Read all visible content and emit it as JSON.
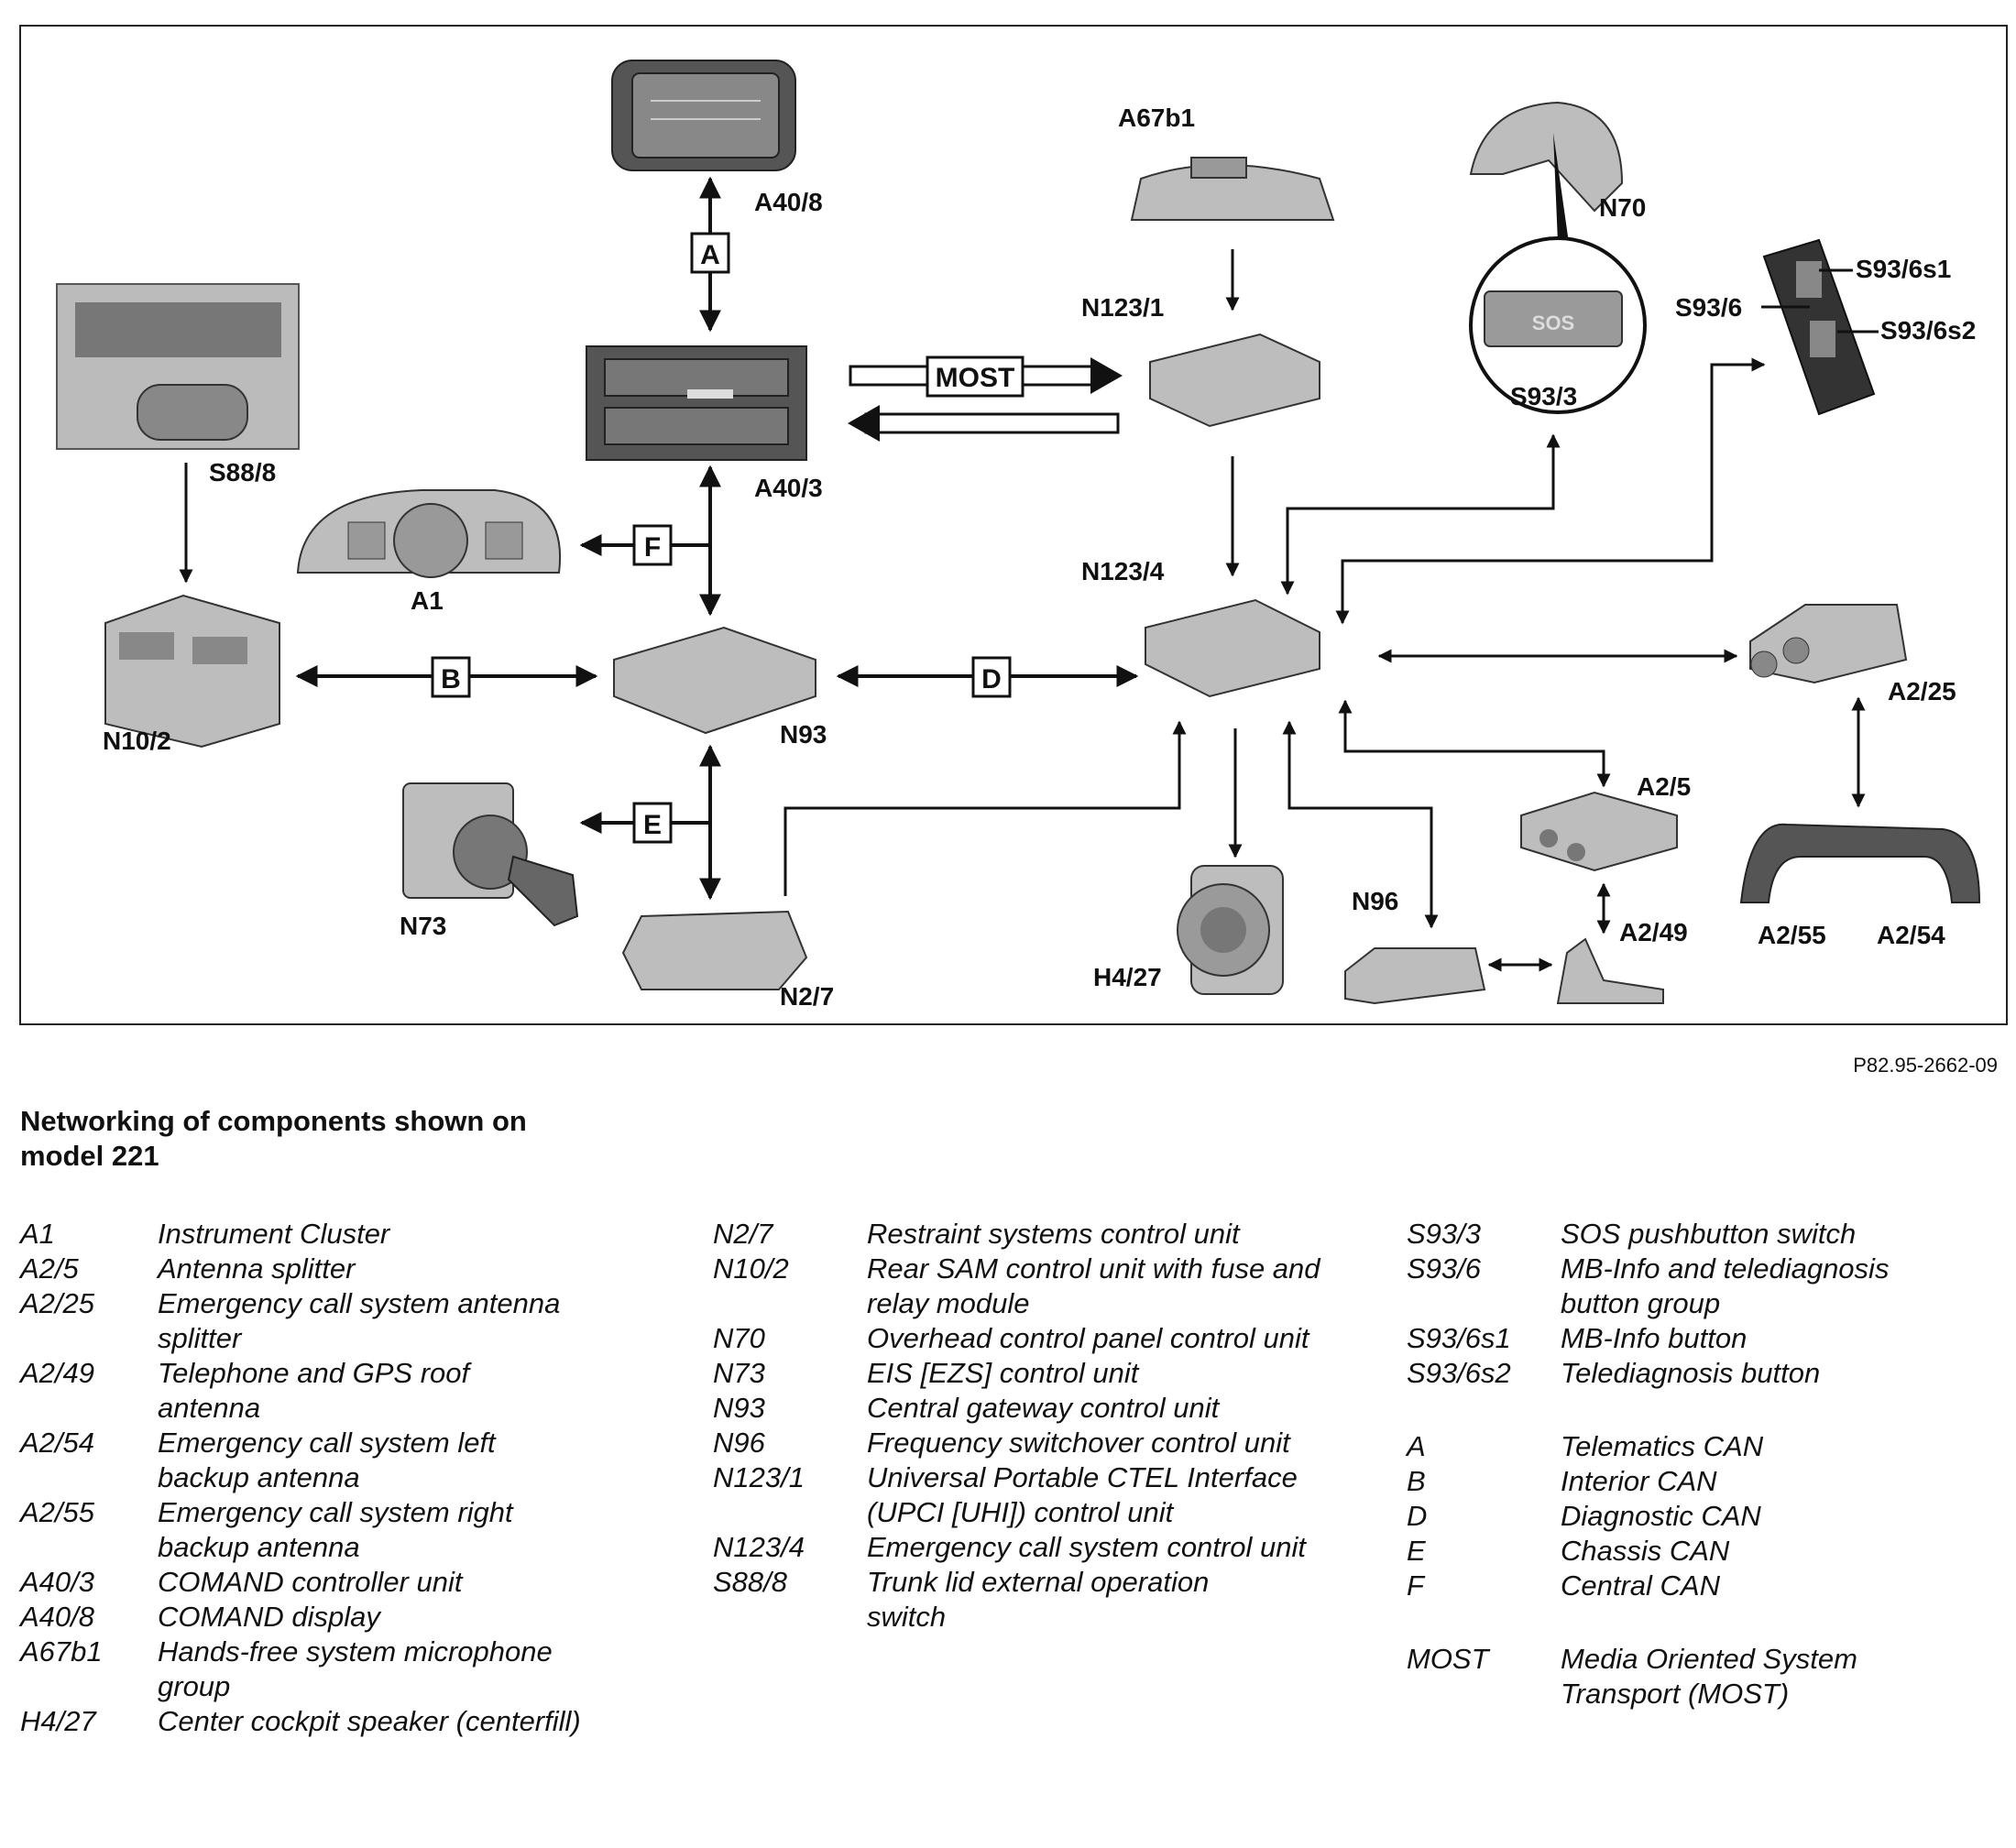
{
  "diagram": {
    "labels": {
      "a40_8": "A40/8",
      "a40_3": "A40/3",
      "a67b1": "A67b1",
      "n70": "N70",
      "n123_1": "N123/1",
      "n123_4": "N123/4",
      "s93_3": "S93/3",
      "s93_6": "S93/6",
      "s93_6s1": "S93/6s1",
      "s93_6s2": "S93/6s2",
      "s88_8": "S88/8",
      "a1": "A1",
      "n10_2": "N10/2",
      "n93": "N93",
      "n73": "N73",
      "n2_7": "N2/7",
      "h4_27": "H4/27",
      "n96": "N96",
      "a2_5": "A2/5",
      "a2_49": "A2/49",
      "a2_25": "A2/25",
      "a2_55": "A2/55",
      "a2_54": "A2/54"
    },
    "bus_labels": {
      "a": "A",
      "b": "B",
      "d": "D",
      "e": "E",
      "f": "F",
      "most": "MOST"
    },
    "button_glyph": "SOS"
  },
  "figure_code": "P82.95-2662-09",
  "legend": {
    "title": "Networking of components shown on model 221",
    "columns": [
      [
        {
          "code": "A1",
          "desc": "Instrument Cluster"
        },
        {
          "code": "A2/5",
          "desc": "Antenna splitter"
        },
        {
          "code": "A2/25",
          "desc": "Emergency call system antenna splitter"
        },
        {
          "code": "A2/49",
          "desc": "Telephone and GPS roof antenna"
        },
        {
          "code": "A2/54",
          "desc": "Emergency call system left backup antenna"
        },
        {
          "code": "A2/55",
          "desc": "Emergency call system right backup antenna"
        },
        {
          "code": "A40/3",
          "desc": "COMAND controller unit"
        },
        {
          "code": "A40/8",
          "desc": "COMAND display"
        },
        {
          "code": "A67b1",
          "desc": "Hands-free system microphone group"
        },
        {
          "code": "H4/27",
          "desc": "Center cockpit speaker (centerfill)"
        }
      ],
      [
        {
          "code": "N2/7",
          "desc": "Restraint systems control unit"
        },
        {
          "code": "N10/2",
          "desc": "Rear SAM control unit with fuse and relay module"
        },
        {
          "code": "N70",
          "desc": "Overhead control panel control unit"
        },
        {
          "code": "N73",
          "desc": "EIS [EZS] control unit"
        },
        {
          "code": "N93",
          "desc": "Central gateway control unit"
        },
        {
          "code": "N96",
          "desc": "Frequency switchover control unit"
        },
        {
          "code": "N123/1",
          "desc": "Universal Portable CTEL Interface (UPCI [UHI]) control unit"
        },
        {
          "code": "N123/4",
          "desc": "Emergency call system control unit"
        },
        {
          "code": "S88/8",
          "desc": "Trunk lid external operation switch"
        }
      ],
      [
        {
          "code": "S93/3",
          "desc": "SOS pushbutton switch"
        },
        {
          "code": "S93/6",
          "desc": "MB-Info and telediagnosis button group"
        },
        {
          "code": "S93/6s1",
          "desc": "MB-Info button"
        },
        {
          "code": "S93/6s2",
          "desc": "Telediagnosis button"
        },
        {
          "code": "A",
          "desc": "Telematics CAN"
        },
        {
          "code": "B",
          "desc": "Interior CAN"
        },
        {
          "code": "D",
          "desc": "Diagnostic CAN"
        },
        {
          "code": "E",
          "desc": "Chassis CAN"
        },
        {
          "code": "F",
          "desc": "Central CAN"
        },
        {
          "code": "MOST",
          "desc": "Media Oriented System Transport (MOST)"
        }
      ]
    ]
  }
}
